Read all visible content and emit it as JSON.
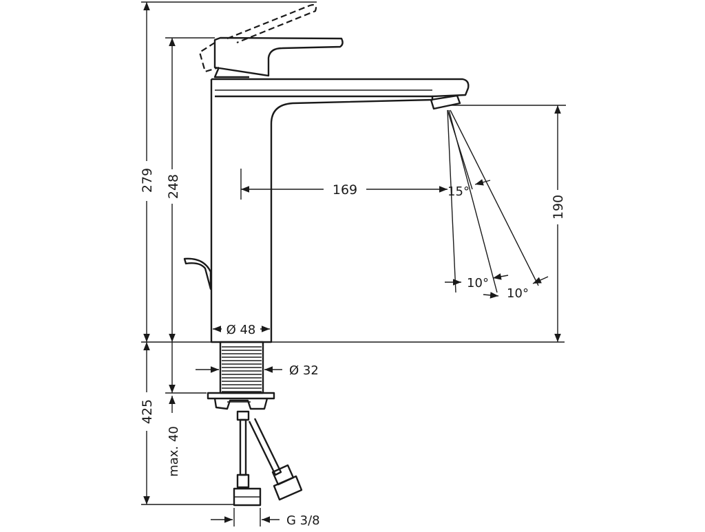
{
  "dimensions": {
    "total_height": "279",
    "body_height": "248",
    "spout_reach": "169",
    "spout_clearance": "190",
    "body_diameter": "Ø 48",
    "shank_diameter": "Ø 32",
    "below_counter": "425",
    "counter_thickness": "max. 40",
    "connection_thread": "G 3/8"
  },
  "angles": {
    "swivel": "15°",
    "spray_left": "10°",
    "spray_right": "10°"
  },
  "colors": {
    "line": "#1a1a1a",
    "background": "#ffffff"
  }
}
